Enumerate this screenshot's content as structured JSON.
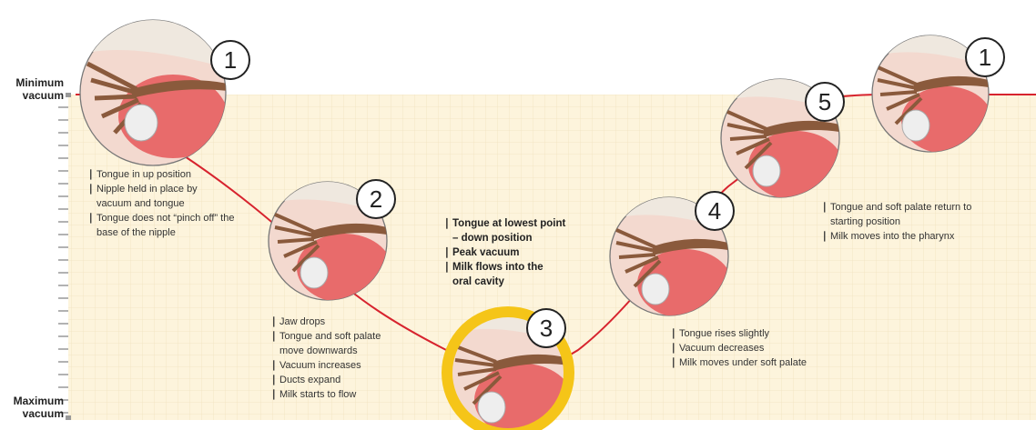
{
  "axis": {
    "top_label_line1": "Minimum",
    "top_label_line2": "vacuum",
    "bottom_label_line1": "Maximum",
    "bottom_label_line2": "vacuum"
  },
  "colors": {
    "chart_background": "#fdf4dc",
    "grid": "#f0e2bf",
    "curve": "#d7232e",
    "highlight_ring": "#f5c518",
    "tongue": "#e86b6b",
    "tissue": "#f3d9cf",
    "ducts": "#8a5a3c"
  },
  "stages": [
    {
      "number": "1",
      "icon": "oral-cross-section-illustration",
      "notes": [
        "Tongue in up position",
        "Nipple held in place by vacuum and tongue",
        "Tongue does not “pinch off” the base of the nipple"
      ]
    },
    {
      "number": "2",
      "icon": "oral-cross-section-illustration",
      "notes": [
        "Jaw drops",
        "Tongue and soft palate move downwards",
        "Vacuum increases",
        "Ducts expand",
        "Milk starts to flow"
      ]
    },
    {
      "number": "3",
      "icon": "oral-cross-section-illustration",
      "highlighted": true,
      "notes": [
        "Tongue at lowest point – down position",
        "Peak vacuum",
        "Milk flows into the oral cavity"
      ]
    },
    {
      "number": "4",
      "icon": "oral-cross-section-illustration",
      "notes": [
        "Tongue rises slightly",
        "Vacuum decreases",
        "Milk moves under soft palate"
      ]
    },
    {
      "number": "5",
      "icon": "oral-cross-section-illustration",
      "notes": [
        "Tongue and soft palate return to starting position",
        "Milk moves into the pharynx"
      ]
    },
    {
      "number": "1",
      "icon": "oral-cross-section-illustration",
      "notes": []
    }
  ]
}
